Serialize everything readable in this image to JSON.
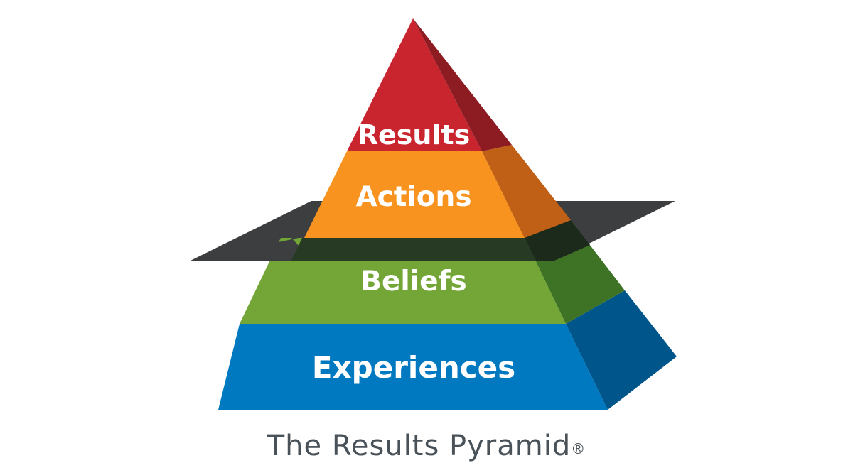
{
  "diagram": {
    "tiers": [
      {
        "label": "Results",
        "front_color": "#c9252f",
        "side_color": "#8c1c22"
      },
      {
        "label": "Actions",
        "front_color": "#f7931e",
        "side_color": "#c05f16"
      },
      {
        "label": "Beliefs",
        "front_color": "#74a637",
        "side_color": "#3e7325"
      },
      {
        "label": "Experiences",
        "front_color": "#0079c1",
        "side_color": "#00558a"
      }
    ],
    "plane_color": "#3d3e40",
    "caption": "The Results Pyramid",
    "caption_mark": "®"
  }
}
